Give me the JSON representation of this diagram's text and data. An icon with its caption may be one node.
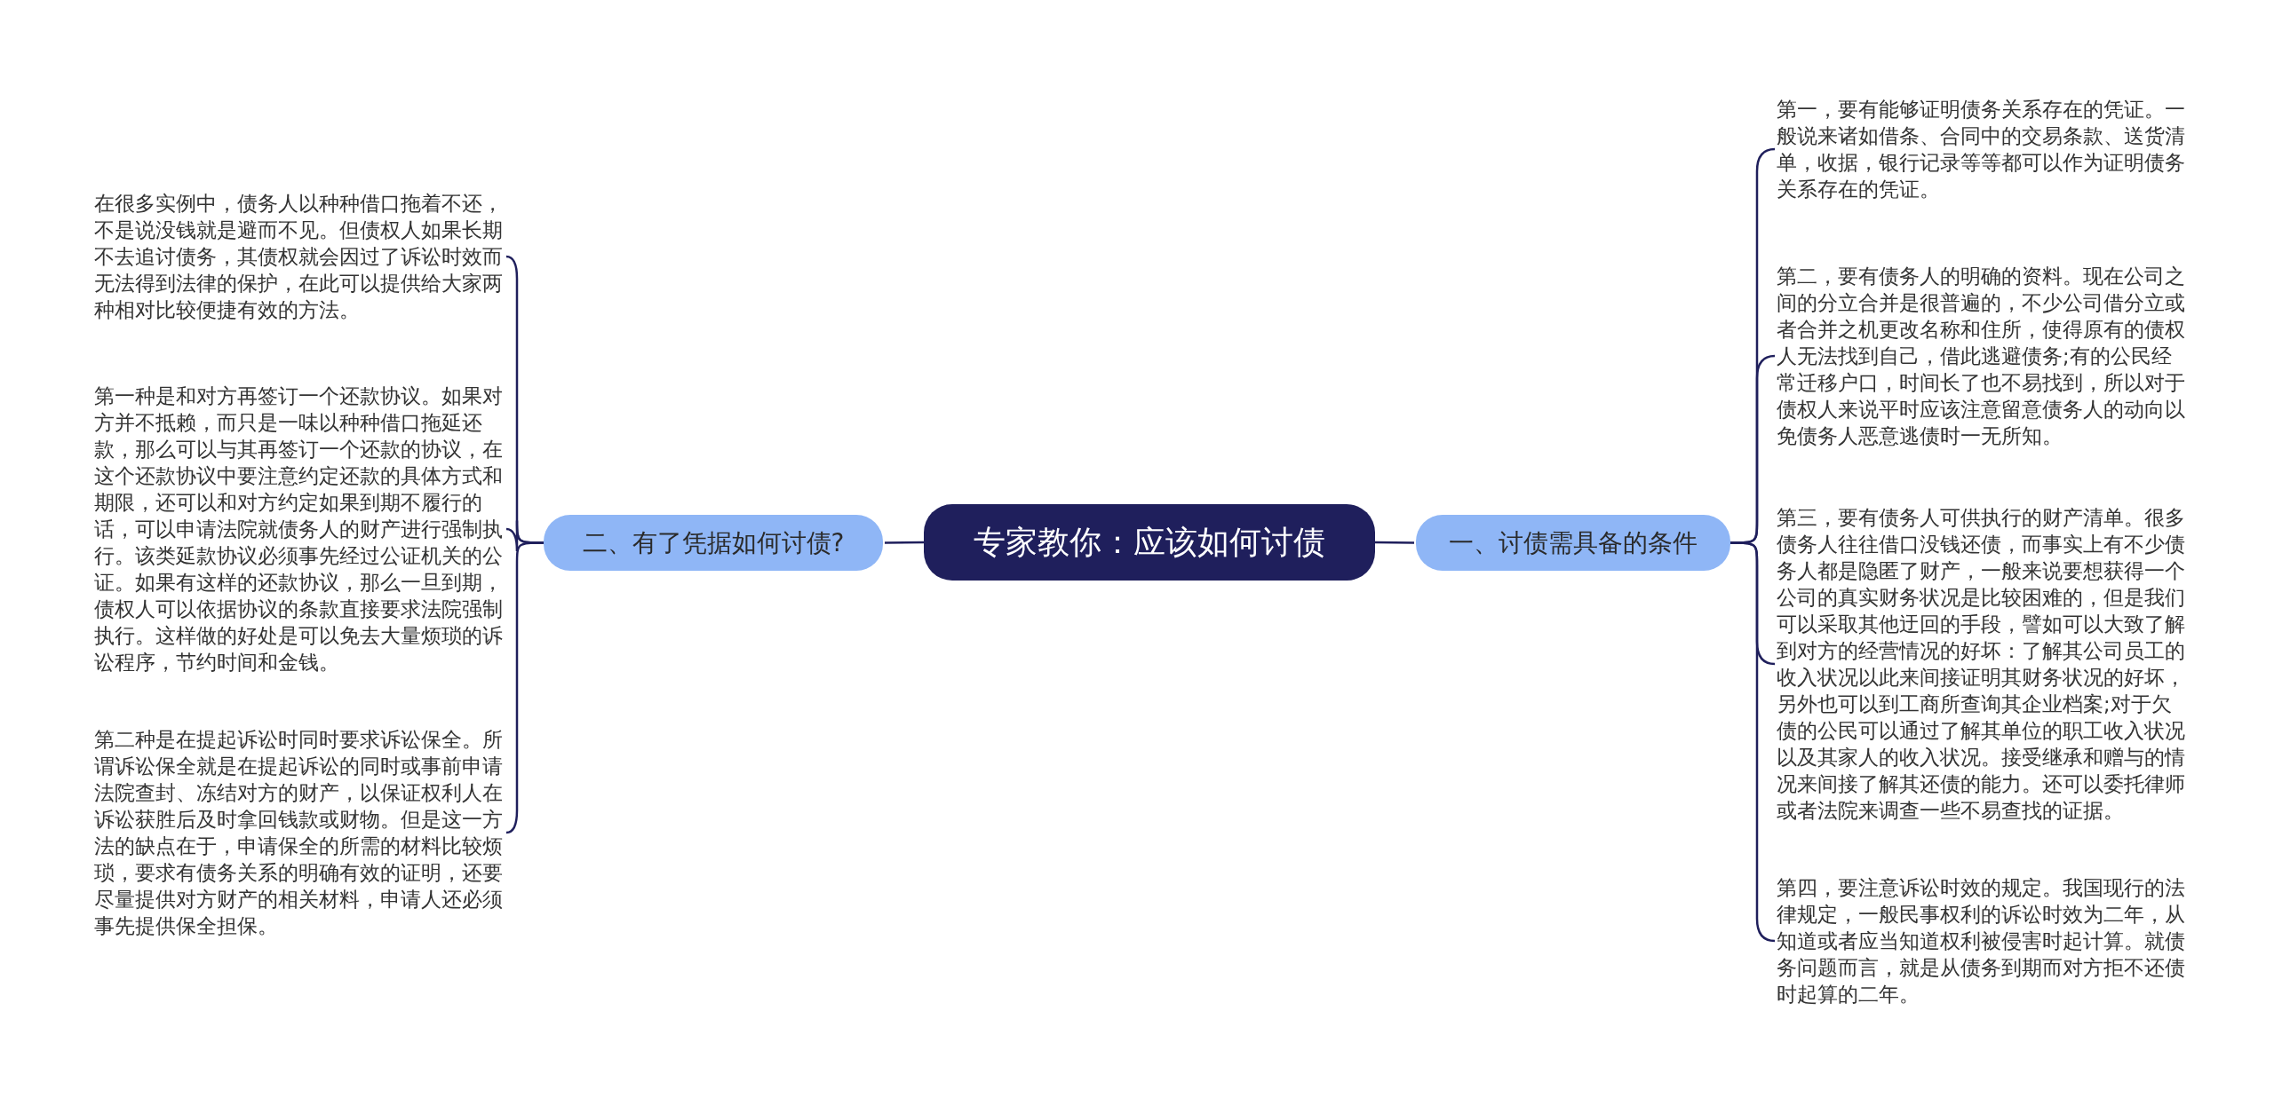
{
  "diagram": {
    "nodes": [
      {
        "text": [
          "专家教你：应该如何讨债"
        ]
      },
      {
        "text": [
          "一、讨债需具备的条件"
        ]
      },
      {
        "text": [
          "第一，要有能够证明债务关系存在的凭证。一般说来诸如借条、合同中的交易条款、送货清单，收据，银行记录等等都可以作为证明债务关系存在的凭证。"
        ]
      },
      {
        "text": [
          "第二，要有债务人的明确的资料。现在公司之间的分立合并是很普遍的，不少公司借分立或者合并之机更改名称和住所，使得原有的债权人无法找到自己，借此逃避债务;有的公民经常迁移户口，时间长了也不易找到，所以对于债权人来说平时应该注意留意债务人的动向以免债务人恶意逃债时一无所知。"
        ]
      },
      {
        "text": [
          "第三，要有债务人可供执行的财产清单。很多债务人往往借口没钱还债，而事实上有不少债务人都是隐匿了财产，一般来说要想获得一个公司的真实财务状况是比较困难的，但是我们可以采取其他迂回的手段，譬如可以大致了解到对方的经营情况的好坏：了解其公司员工的收入状况以此来间接证明其财务状况的好坏，另外也可以到工商所查询其企业档案;对于欠债的公民可以通过了解其单位的职工收入状况以及其家人的收入状况。接受继承和赠与的情况来间接了解其还债的能力。还可以委托律师或者法院来调查一些不易查找的证据。"
        ]
      },
      {
        "text": [
          "第四，要注意诉讼时效的规定。我国现行的法律规定，一般民事权利的诉讼时效为二年，从知道或者应当知道权利被侵害时起计算。就债务问题而言，就是从债务到期而对方拒不还债时起算的二年。"
        ]
      },
      {
        "text": [
          "二、有了凭据如何讨债?"
        ]
      },
      {
        "text": [
          "在很多实例中，债务人以种种借口拖着不还，不是说没钱就是避而不见。但债权人如果长期不去追讨债务，其债权就会因过了诉讼时效而无法得到法律的保护，在此可以提供给大家两种相对比较便捷有效的方法。"
        ]
      },
      {
        "text": [
          "第一种是和对方再签订一个还款协议。如果对方并不抵赖，而只是一味以种种借口拖延还款，那么可以与其再签订一个还款的协议，在这个还款协议中要注意约定还款的具体方式和期限，还可以和对方约定如果到期不履行的话，可以申请法院就债务人的财产进行强制执行。该类延款协议必须事先经过公证机关的公证。如果有这样的还款协议，那么一旦到期，债权人可以依据协议的条款直接要求法院强制执行。这样做的好处是可以免去大量烦琐的诉讼程序，节约时间和金钱。"
        ]
      },
      {
        "text": [
          "第二种是在提起诉讼时同时要求诉讼保全。所谓诉讼保全就是在提起诉讼的同时或事前申请法院查封、冻结对方的财产，以保证权利人在诉讼获胜后及时拿回钱款或财物。但是这一方法的缺点在于，申请保全的所需的材料比较烦琐，要求有债务关系的明确有效的证明，还要尽量提供对方财产的相关材料，申请人还必须事先提供保全担保。"
        ]
      }
    ],
    "edges": [
      {
        "from": 0,
        "to": 1,
        "arrow": "none"
      },
      {
        "from": 1,
        "to": 2,
        "arrow": "none"
      },
      {
        "from": 1,
        "to": 3,
        "arrow": "none"
      },
      {
        "from": 1,
        "to": 4,
        "arrow": "none"
      },
      {
        "from": 1,
        "to": 5,
        "arrow": "none"
      },
      {
        "from": 0,
        "to": 6,
        "arrow": "none"
      },
      {
        "from": 6,
        "to": 7,
        "arrow": "none"
      },
      {
        "from": 6,
        "to": 8,
        "arrow": "none"
      },
      {
        "from": 6,
        "to": 9,
        "arrow": "none"
      }
    ]
  }
}
